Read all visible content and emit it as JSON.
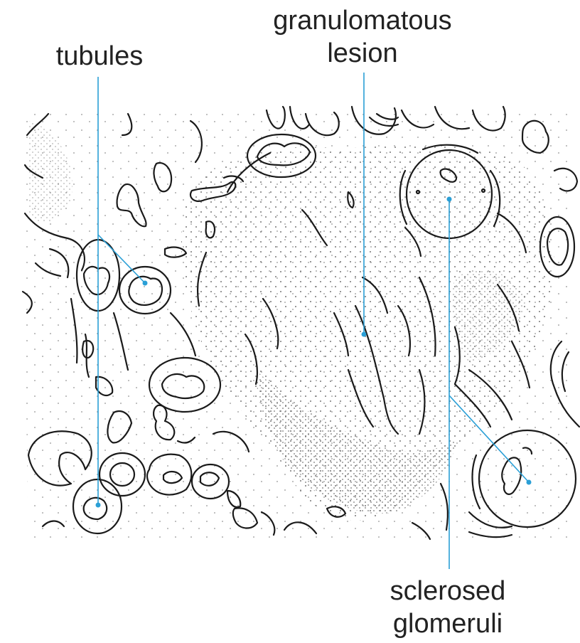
{
  "labels": {
    "tubules": "tubules",
    "granulomatous_line1": "granulomatous",
    "granulomatous_line2": "lesion",
    "sclerosed_line1": "sclerosed",
    "sclerosed_line2": "glomeruli"
  },
  "colors": {
    "leader_line": "#2a9fd6",
    "ink": "#1a1a1a",
    "stipple": "#7a7a7a"
  }
}
